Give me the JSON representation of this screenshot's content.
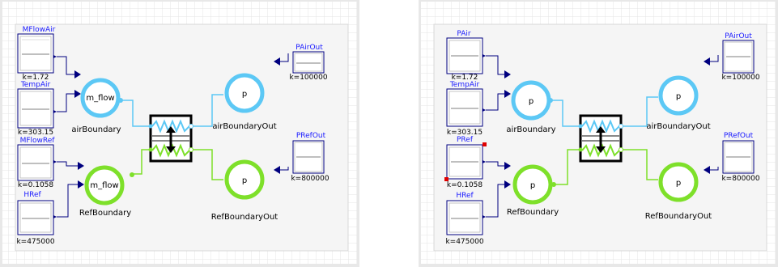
{
  "colors": {
    "air": "#5cc8f5",
    "refrigerant": "#7ee02a",
    "signal": "#00007f",
    "source_border": "#00007f",
    "label_blue": "#1a1aff",
    "selection": "#e00000"
  },
  "left": {
    "sources": [
      {
        "id": "MFlowAir",
        "name": "MFlowAir",
        "k": "k=1.72"
      },
      {
        "id": "TempAir",
        "name": "TempAir",
        "k": "k=303.15"
      },
      {
        "id": "MFlowRef",
        "name": "MFlowRef",
        "k": "k=0.1058"
      },
      {
        "id": "HRef",
        "name": "HRef",
        "k": "k=475000"
      },
      {
        "id": "PAirOut",
        "name": "PAirOut",
        "k": "k=100000"
      },
      {
        "id": "PRefOut",
        "name": "PRefOut",
        "k": "k=800000"
      }
    ],
    "boundaries": [
      {
        "id": "airBoundary",
        "label": "airBoundary",
        "inner": "m_flow",
        "fluid": "air"
      },
      {
        "id": "RefBoundary",
        "label": "RefBoundary",
        "inner": "m_flow",
        "fluid": "refrigerant"
      },
      {
        "id": "airBoundaryOut",
        "label": "airBoundaryOut",
        "inner": "p",
        "fluid": "air"
      },
      {
        "id": "RefBoundaryOut",
        "label": "RefBoundaryOut",
        "inner": "p",
        "fluid": "refrigerant"
      }
    ]
  },
  "right": {
    "sources": [
      {
        "id": "PAir",
        "name": "PAir",
        "k": "k=1.72"
      },
      {
        "id": "TempAir",
        "name": "TempAir",
        "k": "k=303.15"
      },
      {
        "id": "PRef",
        "name": "PRef",
        "k": "k=0.1058"
      },
      {
        "id": "HRef",
        "name": "HRef",
        "k": "k=475000"
      },
      {
        "id": "PAirOut",
        "name": "PAirOut",
        "k": "k=100000"
      },
      {
        "id": "PRefOut",
        "name": "PRefOut",
        "k": "k=800000"
      }
    ],
    "boundaries": [
      {
        "id": "airBoundary",
        "label": "airBoundary",
        "inner": "p",
        "fluid": "air"
      },
      {
        "id": "RefBoundary",
        "label": "RefBoundary",
        "inner": "p",
        "fluid": "refrigerant"
      },
      {
        "id": "airBoundaryOut",
        "label": "airBoundaryOut",
        "inner": "p",
        "fluid": "air"
      },
      {
        "id": "RefBoundaryOut",
        "label": "RefBoundaryOut",
        "inner": "p",
        "fluid": "refrigerant"
      }
    ]
  }
}
